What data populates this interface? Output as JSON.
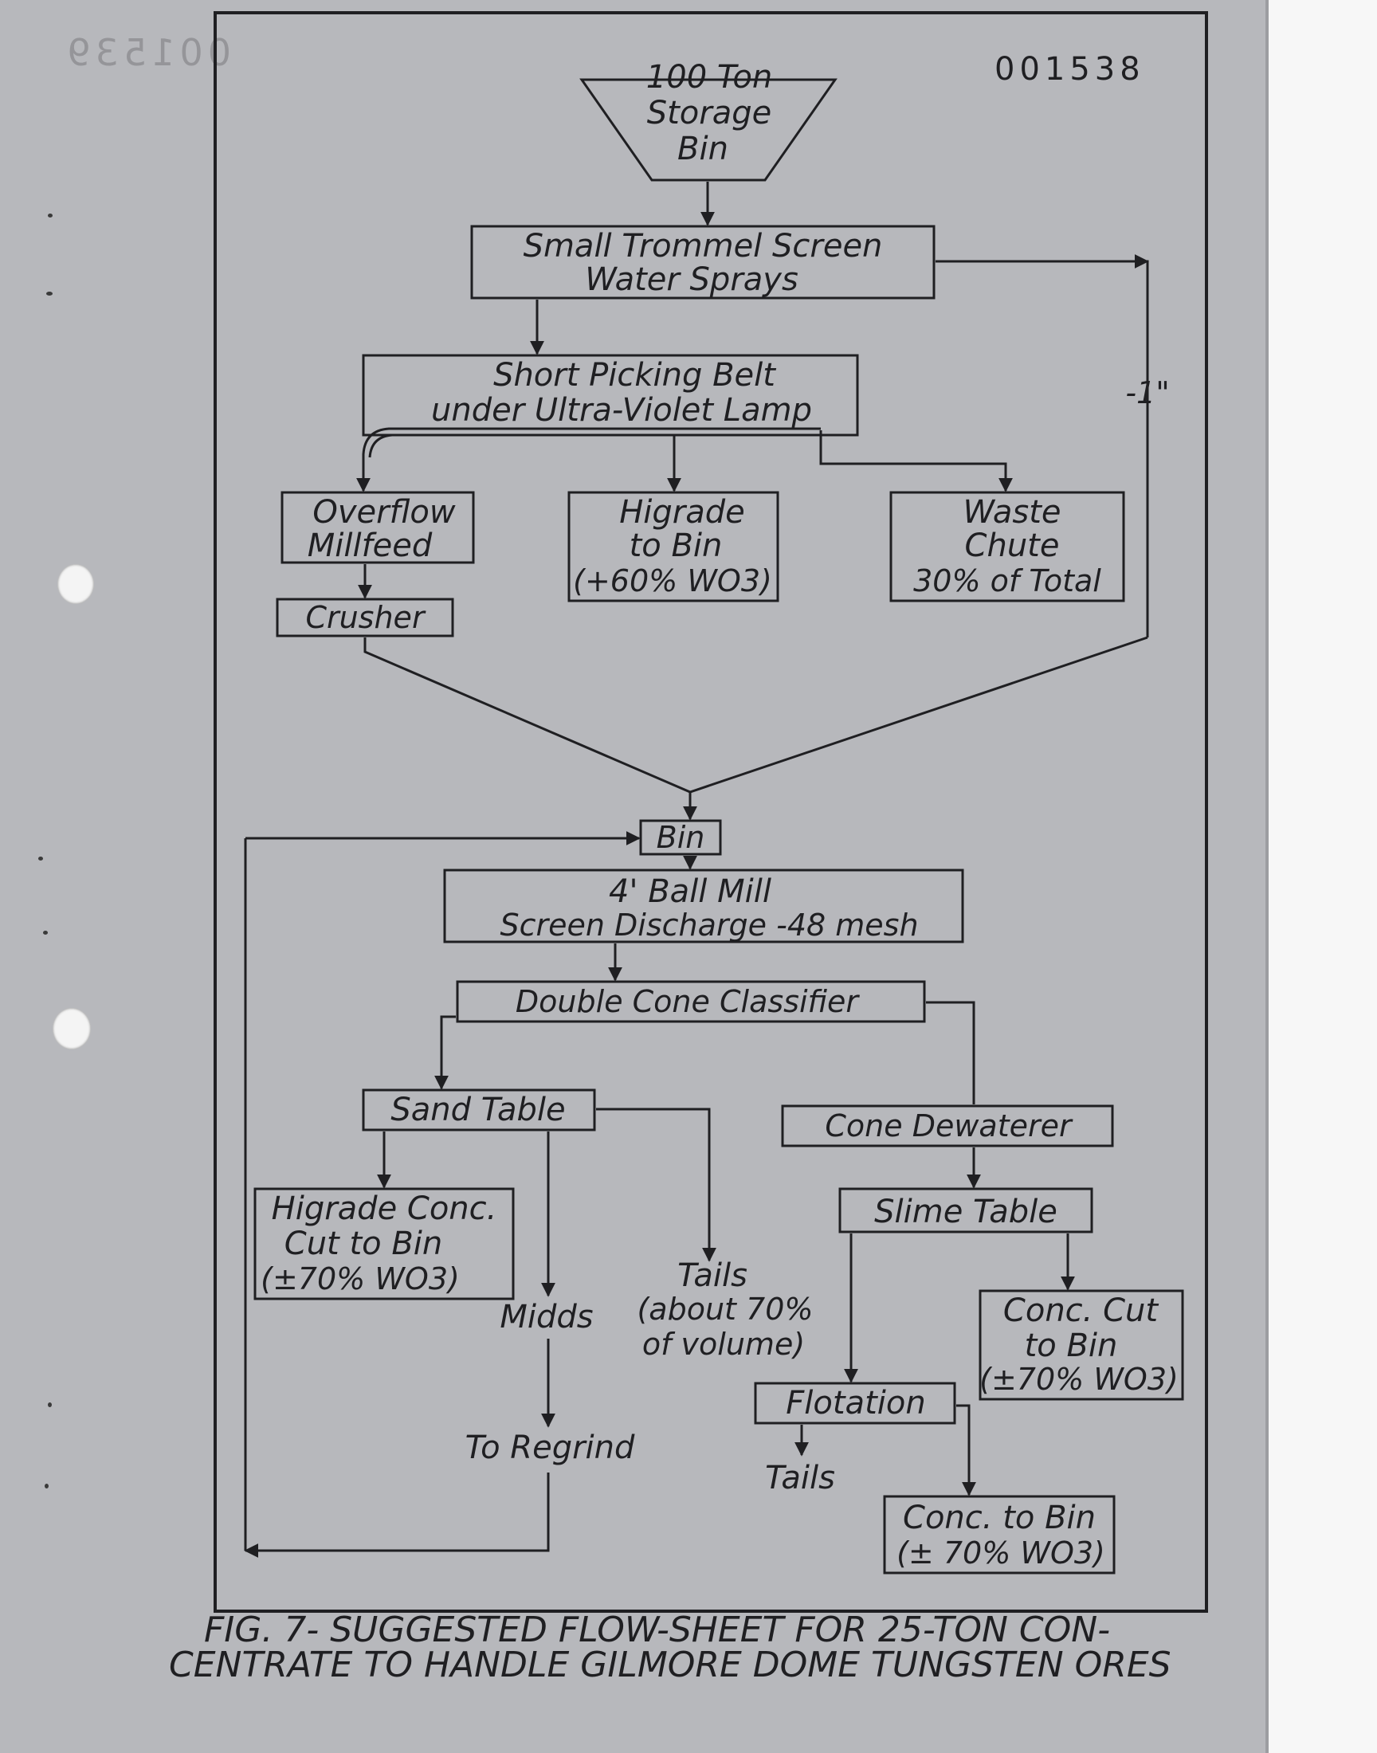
{
  "page_number": "001538",
  "bleed_number": "001539",
  "storage_bin": [
    "100 Ton",
    "Storage",
    "Bin"
  ],
  "trommel": [
    "Small Trommel Screen",
    "Water Sprays"
  ],
  "minus_one_inch": "-1\"",
  "picking_belt": [
    "Short Picking Belt",
    "under Ultra-Violet Lamp"
  ],
  "overflow": [
    "Overflow",
    "Millfeed"
  ],
  "higrade_bin": [
    "Higrade",
    "to Bin",
    "(+60% WO3)"
  ],
  "waste": [
    "Waste",
    "Chute",
    "30% of Total"
  ],
  "crusher": "Crusher",
  "bin": "Bin",
  "ball_mill": [
    "4' Ball Mill",
    "Screen Discharge -48 mesh"
  ],
  "classifier": "Double Cone Classifier",
  "sand_table": "Sand Table",
  "cone_dewaterer": "Cone Dewaterer",
  "higrade_conc": [
    "Higrade Conc.",
    "Cut to Bin",
    "(±70% WO3)"
  ],
  "midds": "Midds",
  "tails_sand": [
    "Tails",
    "(about 70%",
    "of volume)"
  ],
  "slime_table": "Slime Table",
  "conc_cut": [
    "Conc. Cut",
    "to Bin",
    "(±70% WO3)"
  ],
  "to_regrind": "To Regrind",
  "flotation": "Flotation",
  "tails_flotation": "Tails",
  "conc_to_bin": [
    "Conc. to Bin",
    "(± 70% WO3)"
  ],
  "caption": [
    "FIG. 7- SUGGESTED FLOW-SHEET FOR 25-TON CON-",
    "CENTRATE TO HANDLE GILMORE DOME TUNGSTEN ORES"
  ]
}
